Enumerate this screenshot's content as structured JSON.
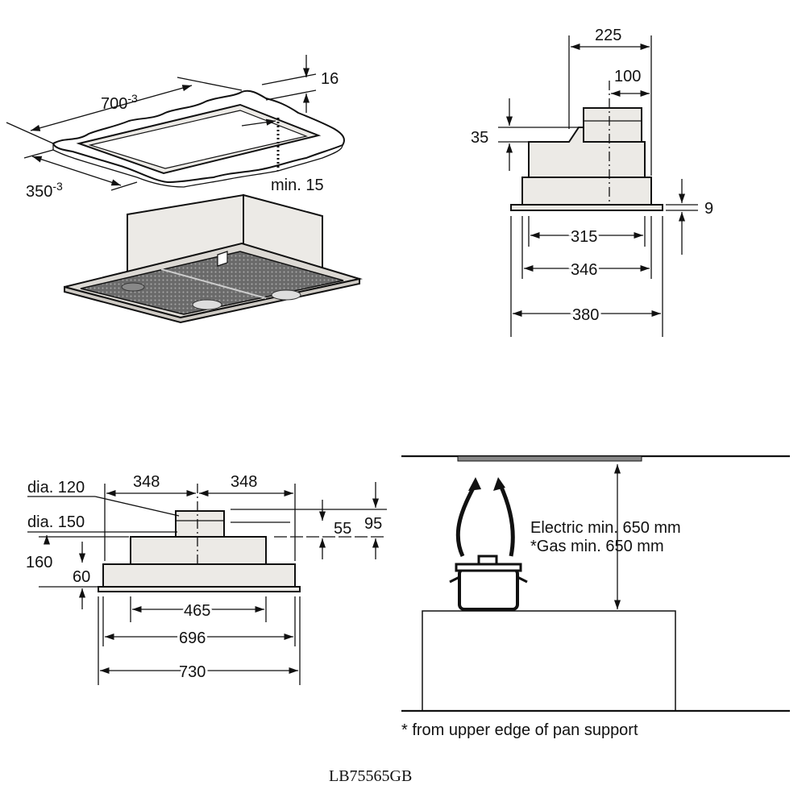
{
  "colors": {
    "line": "#111111",
    "fill": "#eceae6",
    "grill": "#555555",
    "panel": "#888888"
  },
  "cutout": {
    "width_label": "700",
    "width_sup": "-3",
    "depth_label": "350",
    "depth_sup": "-3",
    "thickness_label": "16",
    "min_label": "min. 15"
  },
  "side_view": {
    "d225": "225",
    "d100": "100",
    "d35": "35",
    "d9": "9",
    "d315": "315",
    "d346": "346",
    "d380": "380"
  },
  "front_view": {
    "d348_left": "348",
    "d348_right": "348",
    "dia120": "dia. 120",
    "dia150": "dia. 150",
    "d55": "55",
    "d95": "95",
    "d160": "160",
    "d60": "60",
    "d465": "465",
    "d696": "696",
    "d730": "730"
  },
  "install": {
    "electric": "Electric min. 650 mm",
    "gas": "*Gas min. 650 mm",
    "footnote": "* from upper edge of pan support"
  },
  "model": "LB75565GB"
}
